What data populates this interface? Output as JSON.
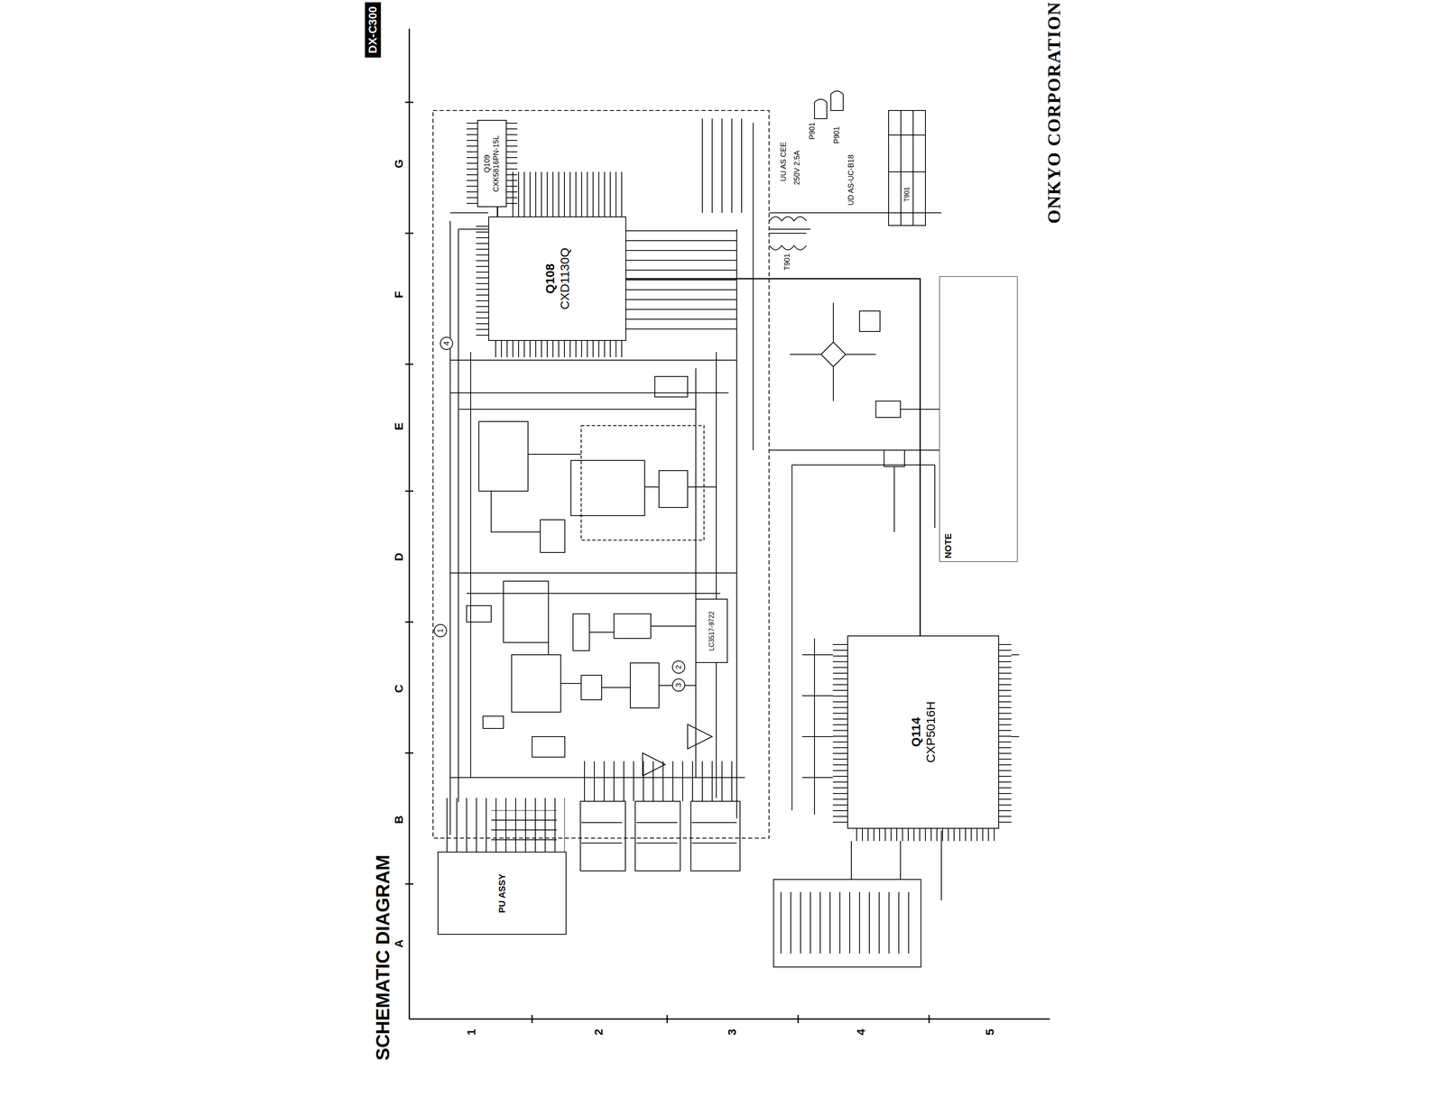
{
  "diagram": {
    "title": "SCHEMATIC DIAGRAM",
    "nodes": [
      {
        "text": [
          "Q109",
          "CXK5816PN-15L"
        ]
      },
      {
        "text": [
          "Q108",
          "CXD1130Q"
        ]
      },
      {
        "text": [
          "Q114",
          "CXP5016H"
        ]
      },
      {
        "text": [
          "LC3517-9722"
        ]
      },
      {
        "text": [
          "PU ASSY"
        ]
      },
      {
        "text": [
          "NOTE"
        ]
      }
    ],
    "edges": [
      {
        "from": 0,
        "to": 1,
        "arrow": "none"
      },
      {
        "from": 1,
        "to": 2,
        "arrow": "none"
      }
    ],
    "labels": [
      "ONKYO CORPORATION",
      "DX-C300",
      "A",
      "B",
      "C",
      "D",
      "E",
      "F",
      "G",
      "1",
      "2",
      "3",
      "4",
      "5",
      "1",
      "2",
      "3",
      "4",
      "P901",
      "UU AS CEE",
      "250V 2.5A",
      "P901",
      "UD AS-UC-B18",
      "T901",
      "T901"
    ]
  }
}
